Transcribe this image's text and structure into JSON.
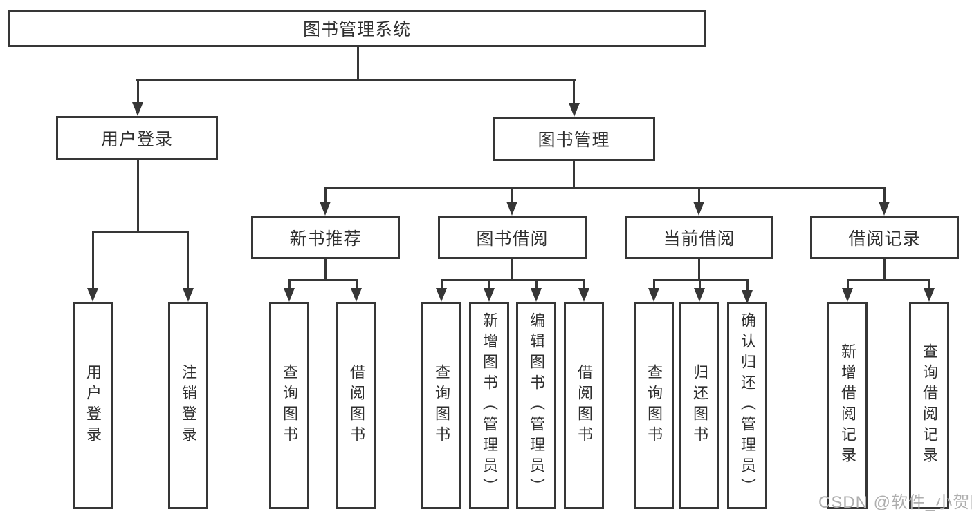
{
  "diagram_type": "hierarchy-tree",
  "tree": {
    "label": "图书管理系统",
    "children": [
      {
        "label": "用户登录",
        "children": [
          {
            "label": "用户登录"
          },
          {
            "label": "注销登录"
          }
        ]
      },
      {
        "label": "图书管理",
        "children": [
          {
            "label": "新书推荐",
            "children": [
              {
                "label": "查询图书"
              },
              {
                "label": "借阅图书"
              }
            ]
          },
          {
            "label": "图书借阅",
            "children": [
              {
                "label": "查询图书"
              },
              {
                "label": "新增图书（管理员）"
              },
              {
                "label": "编辑图书（管理员）"
              },
              {
                "label": "借阅图书"
              }
            ]
          },
          {
            "label": "当前借阅",
            "children": [
              {
                "label": "查询图书"
              },
              {
                "label": "归还图书"
              },
              {
                "label": "确认归还（管理员）"
              }
            ]
          },
          {
            "label": "借阅记录",
            "children": [
              {
                "label": "新增借阅记录"
              },
              {
                "label": "查询借阅记录"
              }
            ]
          }
        ]
      }
    ]
  },
  "watermark": "CSDN @软件_小贺同学",
  "colors": {
    "line": "#363636",
    "text": "#2f2f2f",
    "background": "#ffffff",
    "watermark": "#aeaeae"
  }
}
